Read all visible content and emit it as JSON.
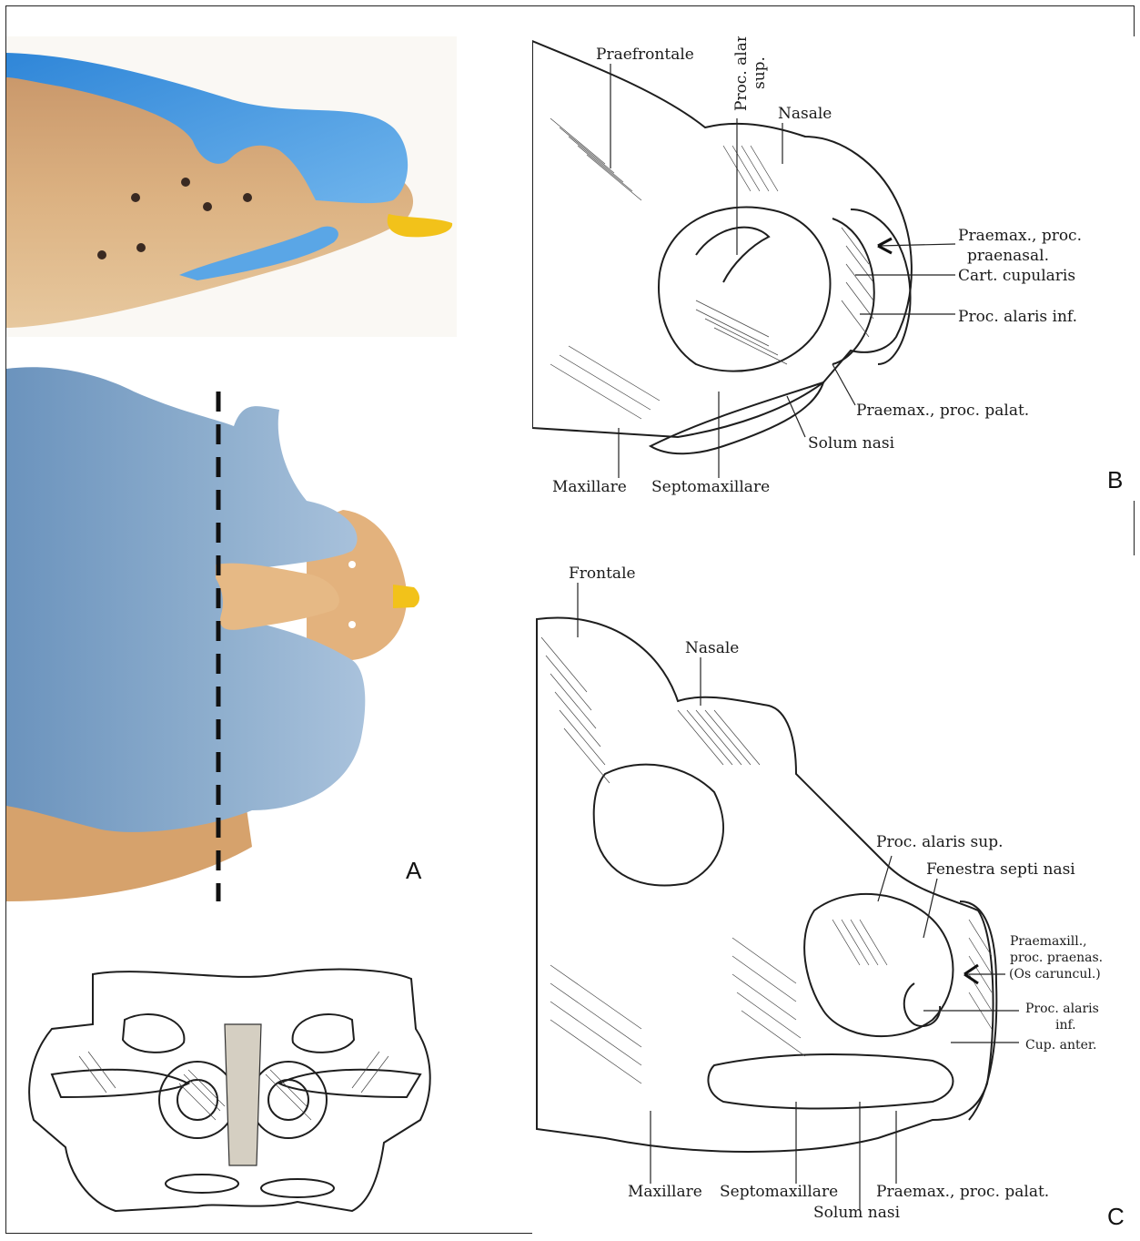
{
  "panels": {
    "A": {
      "letter": "A",
      "colors": {
        "bone": "#d8ab78",
        "cartilage": "#3d8fd6",
        "cartilage_dorsal": "#7a9cc0",
        "caruncle": "#f2c21a",
        "dashline": "#1a1a1a"
      }
    },
    "B": {
      "letter": "B",
      "labels": {
        "praefrontale": "Praefrontale",
        "proc_alaris_sup": "Proc. alaris",
        "proc_alaris_sup2": "sup.",
        "nasale": "Nasale",
        "praemax_proc": "Praemax., proc.",
        "praenasal": "praenasal.",
        "cart_cupularis": "Cart. cupularis",
        "proc_alaris_inf": "Proc. alaris inf.",
        "praemax_palat": "Praemax., proc. palat.",
        "solum_nasi": "Solum nasi",
        "maxillare": "Maxillare",
        "septomaxillare": "Septomaxillare"
      }
    },
    "C": {
      "letter": "C",
      "labels": {
        "frontale": "Frontale",
        "nasale": "Nasale",
        "proc_alaris_sup": "Proc. alaris sup.",
        "fenestra": "Fenestra septi nasi",
        "praemaxill": "Praemaxill.,",
        "proc_praenas": "proc. praenas.",
        "os_caruncul": "(Os caruncul.)",
        "proc_alaris": "Proc. alaris",
        "inf": "inf.",
        "cup_anter": "Cup. anter.",
        "maxillare": "Maxillare",
        "septomaxillare": "Septomaxillare",
        "praemax_palat": "Praemax., proc. palat.",
        "solum_nasi": "Solum nasi"
      }
    }
  }
}
